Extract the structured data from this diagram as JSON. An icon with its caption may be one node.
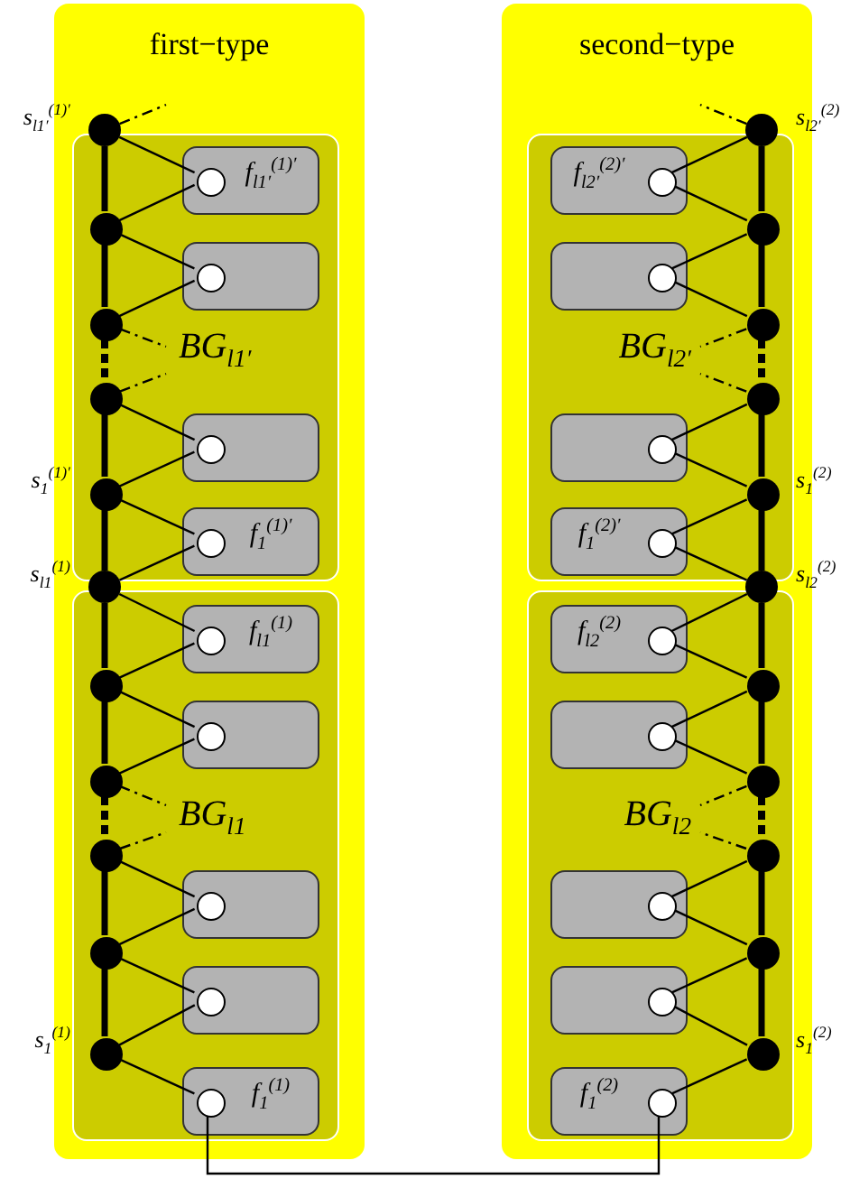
{
  "diagram": {
    "nodes": [
      {
        "text": [
          "first−type"
        ]
      },
      {
        "text": [],
        "shape": "circle",
        "in": 0,
        "beside": [
          "s$_{l1′}$$^{(1)′}$"
        ]
      },
      {
        "text": [
          "BG$_{l1′}$"
        ],
        "in": 0
      },
      {
        "text": [],
        "shape": "circle",
        "in": 2
      },
      {
        "text": [],
        "shape": "circle",
        "in": 2
      },
      {
        "text": [],
        "shape": "circle",
        "in": 2
      },
      {
        "text": [],
        "shape": "circle",
        "in": 2,
        "beside": [
          "s$_{1}$$^{(1)′}$"
        ]
      },
      {
        "text": [
          "f$_{l1′}$$^{(1)′}$"
        ],
        "in": 2
      },
      {
        "text": [],
        "shape": "circle",
        "in": 7
      },
      {
        "text": [],
        "shape": "box",
        "in": 2
      },
      {
        "text": [],
        "shape": "circle",
        "in": 9
      },
      {
        "text": [],
        "shape": "box",
        "in": 2
      },
      {
        "text": [],
        "shape": "circle",
        "in": 11
      },
      {
        "text": [
          "f$_{1}$$^{(1)′}$"
        ],
        "in": 2
      },
      {
        "text": [],
        "shape": "circle",
        "in": 13
      },
      {
        "text": [],
        "shape": "circle",
        "in": 0,
        "beside": [
          "s$_{l1}$$^{(1)}$"
        ]
      },
      {
        "text": [
          "BG$_{l1}$"
        ],
        "in": 0
      },
      {
        "text": [],
        "shape": "circle",
        "in": 16
      },
      {
        "text": [],
        "shape": "circle",
        "in": 16
      },
      {
        "text": [],
        "shape": "circle",
        "in": 16
      },
      {
        "text": [],
        "shape": "circle",
        "in": 16
      },
      {
        "text": [],
        "shape": "circle",
        "in": 16,
        "beside": [
          "s$_{1}$$^{(1)}$"
        ]
      },
      {
        "text": [
          "f$_{l1}$$^{(1)}$"
        ],
        "in": 16
      },
      {
        "text": [],
        "shape": "circle",
        "in": 22
      },
      {
        "text": [],
        "shape": "box",
        "in": 16
      },
      {
        "text": [],
        "shape": "circle",
        "in": 24
      },
      {
        "text": [],
        "shape": "box",
        "in": 16
      },
      {
        "text": [],
        "shape": "circle",
        "in": 26
      },
      {
        "text": [],
        "shape": "box",
        "in": 16
      },
      {
        "text": [],
        "shape": "circle",
        "in": 28
      },
      {
        "text": [
          "f$_{1}$$^{(1)}$"
        ],
        "in": 16
      },
      {
        "text": [],
        "shape": "circle",
        "in": 30
      },
      {
        "text": [
          "second−type"
        ]
      },
      {
        "text": [],
        "shape": "circle",
        "in": 32,
        "beside": [
          "s$_{l2′}$$^{(2)}$"
        ]
      },
      {
        "text": [
          "BG$_{l2′}$"
        ],
        "in": 32
      },
      {
        "text": [],
        "shape": "circle",
        "in": 34
      },
      {
        "text": [],
        "shape": "circle",
        "in": 34
      },
      {
        "text": [],
        "shape": "circle",
        "in": 34
      },
      {
        "text": [],
        "shape": "circle",
        "in": 34,
        "beside": [
          "s$_{1}$$^{(2)}$"
        ]
      },
      {
        "text": [
          "f$_{l2′}$$^{(2)′}$"
        ],
        "in": 34
      },
      {
        "text": [],
        "shape": "circle",
        "in": 39
      },
      {
        "text": [],
        "shape": "box",
        "in": 34
      },
      {
        "text": [],
        "shape": "circle",
        "in": 41
      },
      {
        "text": [],
        "shape": "box",
        "in": 34
      },
      {
        "text": [],
        "shape": "circle",
        "in": 43
      },
      {
        "text": [
          "f$_{1}$$^{(2)′}$"
        ],
        "in": 34
      },
      {
        "text": [],
        "shape": "circle",
        "in": 45
      },
      {
        "text": [],
        "shape": "circle",
        "in": 32,
        "beside": [
          "s$_{l2}$$^{(2)}$"
        ]
      },
      {
        "text": [
          "BG$_{l2}$"
        ],
        "in": 32
      },
      {
        "text": [],
        "shape": "circle",
        "in": 48
      },
      {
        "text": [],
        "shape": "circle",
        "in": 48
      },
      {
        "text": [],
        "shape": "circle",
        "in": 48
      },
      {
        "text": [],
        "shape": "circle",
        "in": 48
      },
      {
        "text": [],
        "shape": "circle",
        "in": 48,
        "beside": [
          "s$_{1}$$^{(2)}$"
        ]
      },
      {
        "text": [
          "f$_{l2}$$^{(2)}$"
        ],
        "in": 48
      },
      {
        "text": [],
        "shape": "circle",
        "in": 54
      },
      {
        "text": [],
        "shape": "box",
        "in": 48
      },
      {
        "text": [],
        "shape": "circle",
        "in": 56
      },
      {
        "text": [],
        "shape": "box",
        "in": 48
      },
      {
        "text": [],
        "shape": "circle",
        "in": 58
      },
      {
        "text": [],
        "shape": "box",
        "in": 48
      },
      {
        "text": [],
        "shape": "circle",
        "in": 60
      },
      {
        "text": [
          "f$_{1}$$^{(2)}$"
        ],
        "in": 48
      },
      {
        "text": [],
        "shape": "circle",
        "in": 62
      }
    ],
    "edges": [
      {
        "from": 1,
        "to": 3,
        "arrow": "none",
        "style": "thick"
      },
      {
        "from": 3,
        "to": 4,
        "arrow": "none",
        "style": "thick"
      },
      {
        "from": 4,
        "to": 5,
        "arrow": "none",
        "style": "dashed"
      },
      {
        "from": 5,
        "to": 6,
        "arrow": "none",
        "style": "thick"
      },
      {
        "from": 6,
        "to": 15,
        "arrow": "none",
        "style": "thick"
      },
      {
        "from": 15,
        "to": 17,
        "arrow": "none",
        "style": "thick"
      },
      {
        "from": 17,
        "to": 18,
        "arrow": "none",
        "style": "thick"
      },
      {
        "from": 18,
        "to": 19,
        "arrow": "none",
        "style": "dashed"
      },
      {
        "from": 19,
        "to": 20,
        "arrow": "none",
        "style": "thick"
      },
      {
        "from": 20,
        "to": 21,
        "arrow": "none",
        "style": "thick"
      },
      {
        "from": 1,
        "to": 8,
        "arrow": "none"
      },
      {
        "from": 3,
        "to": 8,
        "arrow": "none"
      },
      {
        "from": 3,
        "to": 10,
        "arrow": "none"
      },
      {
        "from": 4,
        "to": 10,
        "arrow": "none"
      },
      {
        "from": 5,
        "to": 12,
        "arrow": "none"
      },
      {
        "from": 6,
        "to": 12,
        "arrow": "none"
      },
      {
        "from": 6,
        "to": 14,
        "arrow": "none"
      },
      {
        "from": 15,
        "to": 14,
        "arrow": "none"
      },
      {
        "from": 15,
        "to": 23,
        "arrow": "none"
      },
      {
        "from": 17,
        "to": 23,
        "arrow": "none"
      },
      {
        "from": 17,
        "to": 25,
        "arrow": "none"
      },
      {
        "from": 18,
        "to": 25,
        "arrow": "none"
      },
      {
        "from": 19,
        "to": 27,
        "arrow": "none"
      },
      {
        "from": 20,
        "to": 27,
        "arrow": "none"
      },
      {
        "from": 20,
        "to": 29,
        "arrow": "none"
      },
      {
        "from": 21,
        "to": 29,
        "arrow": "none"
      },
      {
        "from": 21,
        "to": 31,
        "arrow": "none"
      },
      {
        "from": 1,
        "to": null,
        "arrow": "none",
        "style": "dashed"
      },
      {
        "from": 4,
        "to": null,
        "arrow": "none",
        "style": "dashed"
      },
      {
        "from": 5,
        "to": null,
        "arrow": "none",
        "style": "dashed"
      },
      {
        "from": 18,
        "to": null,
        "arrow": "none",
        "style": "dashed"
      },
      {
        "from": 19,
        "to": null,
        "arrow": "none",
        "style": "dashed"
      },
      {
        "from": 33,
        "to": 35,
        "arrow": "none",
        "style": "thick"
      },
      {
        "from": 35,
        "to": 36,
        "arrow": "none",
        "style": "thick"
      },
      {
        "from": 36,
        "to": 37,
        "arrow": "none",
        "style": "dashed"
      },
      {
        "from": 37,
        "to": 38,
        "arrow": "none",
        "style": "thick"
      },
      {
        "from": 38,
        "to": 47,
        "arrow": "none",
        "style": "thick"
      },
      {
        "from": 47,
        "to": 49,
        "arrow": "none",
        "style": "thick"
      },
      {
        "from": 49,
        "to": 50,
        "arrow": "none",
        "style": "thick"
      },
      {
        "from": 50,
        "to": 51,
        "arrow": "none",
        "style": "dashed"
      },
      {
        "from": 51,
        "to": 52,
        "arrow": "none",
        "style": "thick"
      },
      {
        "from": 52,
        "to": 53,
        "arrow": "none",
        "style": "thick"
      },
      {
        "from": 33,
        "to": 40,
        "arrow": "none"
      },
      {
        "from": 35,
        "to": 40,
        "arrow": "none"
      },
      {
        "from": 35,
        "to": 42,
        "arrow": "none"
      },
      {
        "from": 36,
        "to": 42,
        "arrow": "none"
      },
      {
        "from": 37,
        "to": 44,
        "arrow": "none"
      },
      {
        "from": 38,
        "to": 44,
        "arrow": "none"
      },
      {
        "from": 38,
        "to": 46,
        "arrow": "none"
      },
      {
        "from": 47,
        "to": 46,
        "arrow": "none"
      },
      {
        "from": 47,
        "to": 55,
        "arrow": "none"
      },
      {
        "from": 49,
        "to": 55,
        "arrow": "none"
      },
      {
        "from": 49,
        "to": 57,
        "arrow": "none"
      },
      {
        "from": 50,
        "to": 57,
        "arrow": "none"
      },
      {
        "from": 51,
        "to": 59,
        "arrow": "none"
      },
      {
        "from": 52,
        "to": 59,
        "arrow": "none"
      },
      {
        "from": 52,
        "to": 61,
        "arrow": "none"
      },
      {
        "from": 53,
        "to": 61,
        "arrow": "none"
      },
      {
        "from": 53,
        "to": 63,
        "arrow": "none"
      },
      {
        "from": 33,
        "to": null,
        "arrow": "none",
        "style": "dashed"
      },
      {
        "from": 36,
        "to": null,
        "arrow": "none",
        "style": "dashed"
      },
      {
        "from": 37,
        "to": null,
        "arrow": "none",
        "style": "dashed"
      },
      {
        "from": 50,
        "to": null,
        "arrow": "none",
        "style": "dashed"
      },
      {
        "from": 51,
        "to": null,
        "arrow": "none",
        "style": "dashed"
      },
      {
        "from": 31,
        "to": 63,
        "arrow": "none"
      }
    ]
  }
}
